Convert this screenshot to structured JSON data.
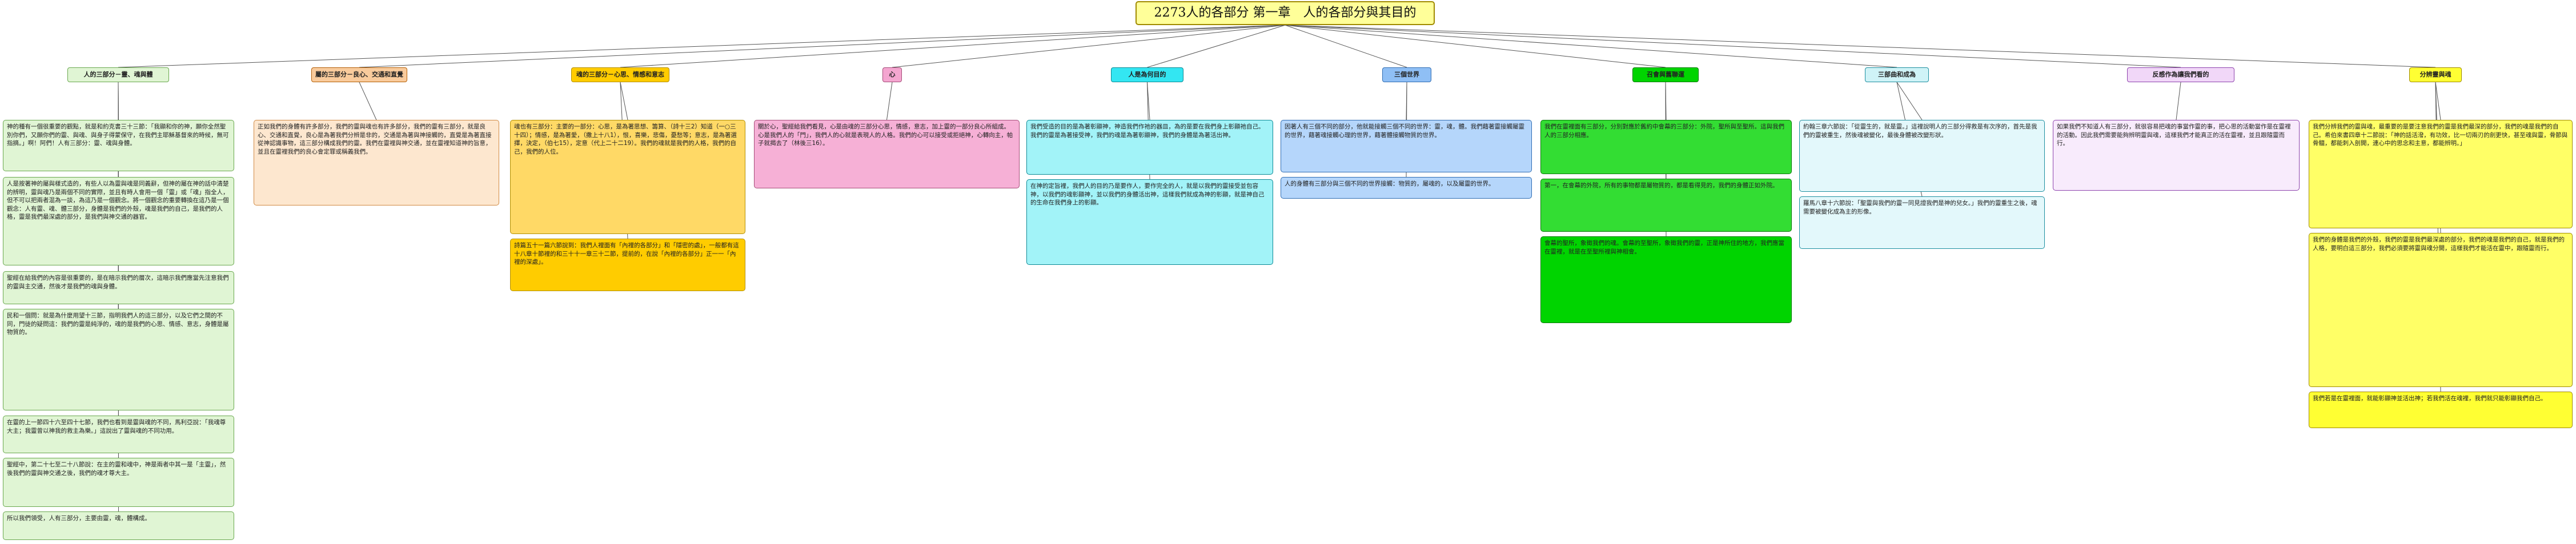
{
  "title": "2273人的各部分 第一章　人的各部分與其目的",
  "branches": [
    {
      "label": "人的三部分－靈、魂與體",
      "notes": [
        "神的種有一個很重要的觀點，就是和約克書三十三節：「我顯和你的神，願你全然聖別你們，又願你們的靈、與魂、與身子得蒙保守，在我們主耶穌基督來的時候，無可指摘。」啊！阿們！人有三部分：靈、魂與身體。",
        "人是按著神的屬與樣式造的，有些人以為靈與魂是同義辭，但神的屬在神的話中清楚的辨明，靈與魂乃是兩個不同的實際，並且有時人會用一個「靈」或「魂」指全人，但不可以把兩者混為一談，為這乃是一個觀念。將一個觀念的重要轉換在這乃是一個觀念：人有靈、魂、體三部分，身體是我們的外殼，魂是我們的自己，是我們的人格，靈是我們最深處的部分，是我們與神交通的器官。",
        "聖經在給我們的內容是很重要的，是在暗示我們的層次，這暗示我們應當先注意我們的靈與主交通，然後才是我們的魂與身體。",
        "民和一個問：就是為什麼用望十三節，指明我們人的這三部分，以及它們之間的不同，門徒的疑問這：我們的靈是純淨的，魂的是我們的心思、情感、意志，身體是屬物質的。",
        "在靈的上一節四十六至四十七節，我們也看到是靈與魂的不同，馬利亞說：「我魂尊大主；我靈曾以神我的救主為樂。」這說出了靈與魂的不同功用。",
        "聖經中，第二十七至二十八節說：在主的靈和魂中，神是兩者中其一是「主靈」，然後我們的靈與神交通之後，我們的魂才尊大主。",
        "所以我們領受，人有三部分，主要由靈，魂，體構成。"
      ]
    },
    {
      "label": "屬的三部分－良心、交通和直覺",
      "notes": [
        "正如我們的身體有許多部分，我們的靈與魂也有許多部分，我們的靈有三部分，就是良心、交通和直覺，良心是為著我們分辨是非的，交通是為著與神接觸的，直覺是為著直接從神認識事物，這三部分構成我們的靈。我們在靈裡與神交通，並在靈裡知道神的旨意，並且在靈裡我們的良心會定罪或稱義我們。"
      ]
    },
    {
      "label": "魂的三部分－心思、情感和意志",
      "notes": [
        "魂也有三部分：主要的一部分：心思，是為著思想、籌算、（詩十三2）知道（一○三十四）；情感，是為著愛，（撒上十八1），恨，喜樂，悲傷，憂愁等；意志，是為著選擇，決定，（伯七15），定意（代上二十二19）。我們的魂就是我們的人格，我們的自己，我們的人位。",
        "詩篇五十一篇六節說到：我們人裡面有「內裡的各部分」和「隱密的處」，一般都有這十八章十節裡的和三十十一章三十二節，提前的，在說「內裡的各部分」正一一「內裡的深處」。"
      ]
    },
    {
      "label": "心",
      "notes": [
        "關於心，聖經給我們看見，心是由魂的三部分心思，情感，意志，加上靈的一部分良心所組成。心是我們人的「門」，我們人的心就是表現人的人格。我們的心可以接受或拒絕神，心轉向主，帕子就揭去了（林後三16）。"
      ]
    },
    {
      "label": "人是為何目的",
      "notes": [
        "我們受造的目的是為著彰顯神，神造我們作祂的器皿，為的是要在我們身上彰顯祂自己。我們的靈是為著接受神，我們的魂是為著彰顯神，我們的身體是為著活出神。",
        "在神的定旨裡，我們人的目的乃是要作人，要作完全的人，就是以我們的靈接受並包容神，以我們的魂彰顯神，並以我們的身體活出神，這樣我們就成為神的彰顯，就是神自己的生命在我們身上的彰顯。"
      ]
    },
    {
      "label": "三個世界",
      "notes": [
        "因著人有三個不同的部分，他就能接觸三個不同的世界：靈，魂，體。我們藉著靈接觸屬靈的世界，藉著魂接觸心理的世界，藉著體接觸物質的世界。",
        "人的身體有三部分與三個不同的世界接觸：物質的，屬魂的，以及屬靈的世界。"
      ]
    },
    {
      "label": "召會與舊聯運",
      "notes": [
        "我們在靈裡面有三部分，分別對應於舊約中會幕的三部分：外院，聖所與至聖所。這與我們人的三部分相應。",
        "第一，在會幕的外院，所有的事物都是屬物質的，都是看得見的，我們的身體正如外院。",
        "會幕的聖所，象徵我們的魂。會幕的至聖所，象徵我們的靈，正是神所住的地方，我們應當在靈裡，就是在至聖所裡與神相會。"
      ]
    },
    {
      "label": "三部曲和成為",
      "notes": [
        "約翰三章六節說：「從靈生的，就是靈。」這裡說明人的三部分得救是有次序的，首先是我們的靈被重生，然後魂被變化，最後身體被改變形狀。",
        "羅馬八章十六節說：「聖靈與我們的靈一同見證我們是神的兒女。」我們的靈重生之後，魂需要被變化成為主的形像。"
      ]
    },
    {
      "label": "反感作為讓我們看的",
      "notes": [
        "如果我們不知道人有三部分，就很容易把魂的事當作靈的事，把心思的活動當作是在靈裡的活動。因此我們需要能夠辨明靈與魂，這樣我們才能真正的活在靈裡，並且跟隨靈而行。"
      ]
    },
    {
      "label": "分辨靈與魂",
      "notes": [
        "我們分辨我們的靈與魂，最重要的是要注意我們的靈是我們最深的部分，我們的魂是我們的自己。希伯來書四章十二節說：「神的話活潑，有功效，比一切兩刃的劍更快，甚至魂與靈，骨節與骨髓，都能刺入剖開，連心中的思念和主意，都能辨明。」",
        "我們的身體是我們的外殼，我們的靈是我們最深處的部分，我們的魂是我們的自己，就是我們的人格，要明白這三部分，我們必須要將靈與魂分開，這樣我們才能活在靈中，跟隨靈而行。",
        "我們若是在靈裡面，就能彰顯神並活出神；若我們活在魂裡，我們就只能彰顯我們自己。"
      ]
    }
  ]
}
